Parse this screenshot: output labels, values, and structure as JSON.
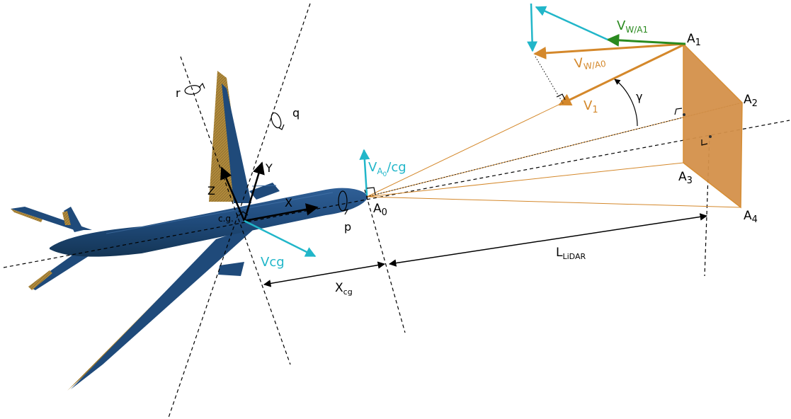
{
  "colors": {
    "orange": "#d4882b",
    "orange_fill": "#d4914a",
    "cyan": "#21b6c9",
    "green": "#2a8a1f",
    "black": "#000000",
    "airframe_blue": "#1f4a7a",
    "airframe_gold": "#b08a3c"
  },
  "icons": {
    "roll_r": "rotation-arrow-icon",
    "roll_q": "rotation-arrow-icon",
    "roll_p": "rotation-arrow-icon"
  },
  "labels": {
    "r": "r",
    "q": "q",
    "p": "p",
    "Z": "Z",
    "Y": "Y",
    "X": "X",
    "cg": "c.g.",
    "Vcg": "Vcg",
    "VA0_main": "V",
    "VA0_sub1": "A",
    "VA0_sub2": "0",
    "VA0_tail": "/cg",
    "A0": "A",
    "A0_sub": "0",
    "A1": "A",
    "A1_sub": "1",
    "A2": "A",
    "A2_sub": "2",
    "A3": "A",
    "A3_sub": "3",
    "A4": "A",
    "A4_sub": "4",
    "V1": "V",
    "V1_sub": "1",
    "VwA0": "V",
    "VwA0_sub": "W/A0",
    "VwA1": "V",
    "VwA1_sub": "W/A1",
    "gamma": "γ",
    "Xcg": "X",
    "Xcg_sub": "cg",
    "LLidar": "L",
    "LLidar_sub": "LiDAR"
  }
}
